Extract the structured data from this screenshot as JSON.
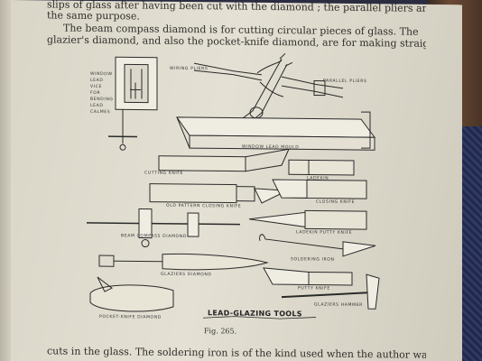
{
  "text_top": {
    "line1": "slips of glass after having been cut with the diamond ; the parallel pliers are for",
    "line2": "the same purpose.",
    "line3": "The beam compass diamond is for cutting circular pieces of glass. The",
    "line4": "glazier's diamond, and also the pocket-knife diamond, are for making straight"
  },
  "text_bottom": {
    "line1": "cuts in the glass. The soldering iron is of the kind used when the author was"
  },
  "figure": {
    "title": "LEAD-GLAZING TOOLS",
    "caption": "Fig. 265.",
    "labels": {
      "window_lead_vice": [
        "WINDOW",
        "LEAD",
        "VICE",
        "FOR",
        "BENDING",
        "LEAD",
        "CALMES"
      ],
      "wiring_pliers": "WIRING PLIERS",
      "parallel_pliers": "PARALLEL PLIERS",
      "window_lead_mould": "WINDOW LEAD MOULD",
      "cutting_knife": "CUTTING KNIFE",
      "ladekin": "LADEKIN",
      "old_pattern_closing_knife": "OLD PATTERN CLOSING KNIFE",
      "closing_knife": "CLOSING KNIFE",
      "beam_compass_diamond": "BEAM COMPASS DIAMOND",
      "ladekin_putty_knife": "LADEKIN PUTTY KNIFE",
      "soldering_iron": "SOLDERING IRON",
      "glaziers_diamond": "GLAZIERS DIAMOND",
      "putty_knife": "PUTTY KNIFE",
      "glaziers_hammer": "GLAZIERS HAMMER",
      "pocket_knife_diamond": "POCKET-KNIFE DIAMOND"
    }
  },
  "colors": {
    "paper": "#e0ddd0",
    "ink": "#2e2c28"
  }
}
